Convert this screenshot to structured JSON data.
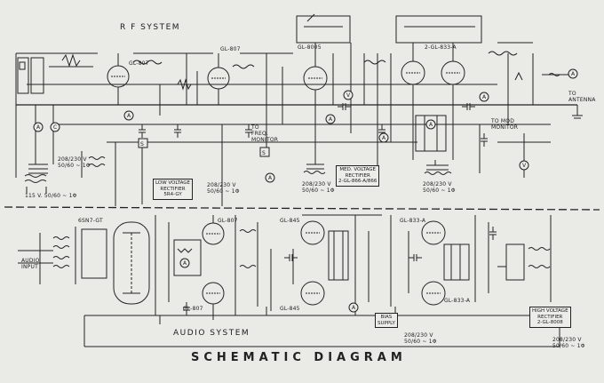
{
  "title": "SCHEMATIC DIAGRAM",
  "sections": {
    "rf": "R F SYSTEM",
    "audio": "AUDIO SYSTEM"
  },
  "tubes": {
    "gl807_rf1": "GL-807",
    "gl807_rf2": "GL-807",
    "gl8005": "GL-8005",
    "gl833_pair": "2-GL-833-A",
    "sn7": "6SN7-GT",
    "gl807_a1": "GL-807",
    "gl807_a2": "GL-807",
    "gl845_1": "GL-845",
    "gl845_2": "GL-845",
    "gl833_a1": "GL-833-A",
    "gl833_a2": "GL-833-A"
  },
  "labels": {
    "freq_monitor": "TO\nFREQ.\nMONITOR",
    "to_antenna": "TO\nANTENNA",
    "mod_monitor": "TO MOD\nMONITOR",
    "audio_input": "AUDIO\nINPUT",
    "supply_115": "115 V. 50/60 ~ 1Φ",
    "supply_left": "208/230 V\n50/60 ~ 1Φ",
    "supply_mid": "208/230 V\n50/60 ~ 1Φ",
    "supply_right": "208/230 V\n50/60 ~ 1Φ",
    "supply_lv": "208/230 V\n50/60 ~ 1Φ",
    "supply_bias": "208/230 V\n50/60 ~ 1Φ",
    "supply_hv": "208/230 V\n50/60 ~ 1Φ"
  },
  "boxes": {
    "lv_rect": "LOW VOLTAGE\nRECTIFIER\n5R4-GY",
    "mv_rect": "MED. VOLTAGE\nRECTIFIER\n2-GL-866-A/866",
    "bias": "BIAS\nSUPPLY",
    "hv_rect": "HIGH VOLTAGE\nRECTIFIER\n2-GL-8008"
  },
  "meters": {
    "ammeter": "A",
    "voltmeter": "V",
    "switch": "S"
  }
}
